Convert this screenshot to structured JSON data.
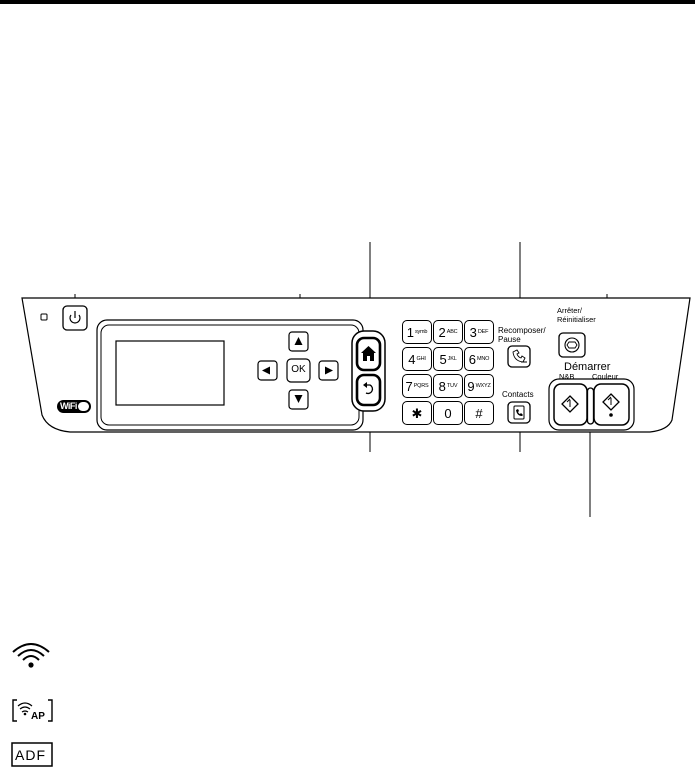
{
  "panel": {
    "wifi_badge": "WiFi",
    "ok_label": "OK",
    "recompose_label": "Recomposer/\nPause",
    "stop_label": "Arrêter/\nRéinitialiser",
    "contacts_label": "Contacts",
    "start_label": "Démarrer",
    "bw_label": "N&B",
    "color_label": "Couleur"
  },
  "keypad": [
    {
      "digit": "1",
      "letters": "symb"
    },
    {
      "digit": "2",
      "letters": "ABC"
    },
    {
      "digit": "3",
      "letters": "DEF"
    },
    {
      "digit": "4",
      "letters": "GHI"
    },
    {
      "digit": "5",
      "letters": "JKL"
    },
    {
      "digit": "6",
      "letters": "MNO"
    },
    {
      "digit": "7",
      "letters": "PQRS"
    },
    {
      "digit": "8",
      "letters": "TUV"
    },
    {
      "digit": "9",
      "letters": "WXYZ"
    },
    {
      "digit": "✱",
      "letters": ""
    },
    {
      "digit": "0",
      "letters": ""
    },
    {
      "digit": "#",
      "letters": ""
    }
  ],
  "icons": {
    "power": "power-icon",
    "home": "home-icon",
    "back": "back-icon",
    "redial": "redial-pause-icon",
    "stop": "stop-icon",
    "contacts": "contacts-icon",
    "start": "start-diamond-icon",
    "legend_wifi": "wifi-icon",
    "legend_ap": "access-point-icon",
    "legend_adf": "adf-icon"
  },
  "legend": {
    "ap_text": "AP",
    "adf_text": "ADF"
  }
}
